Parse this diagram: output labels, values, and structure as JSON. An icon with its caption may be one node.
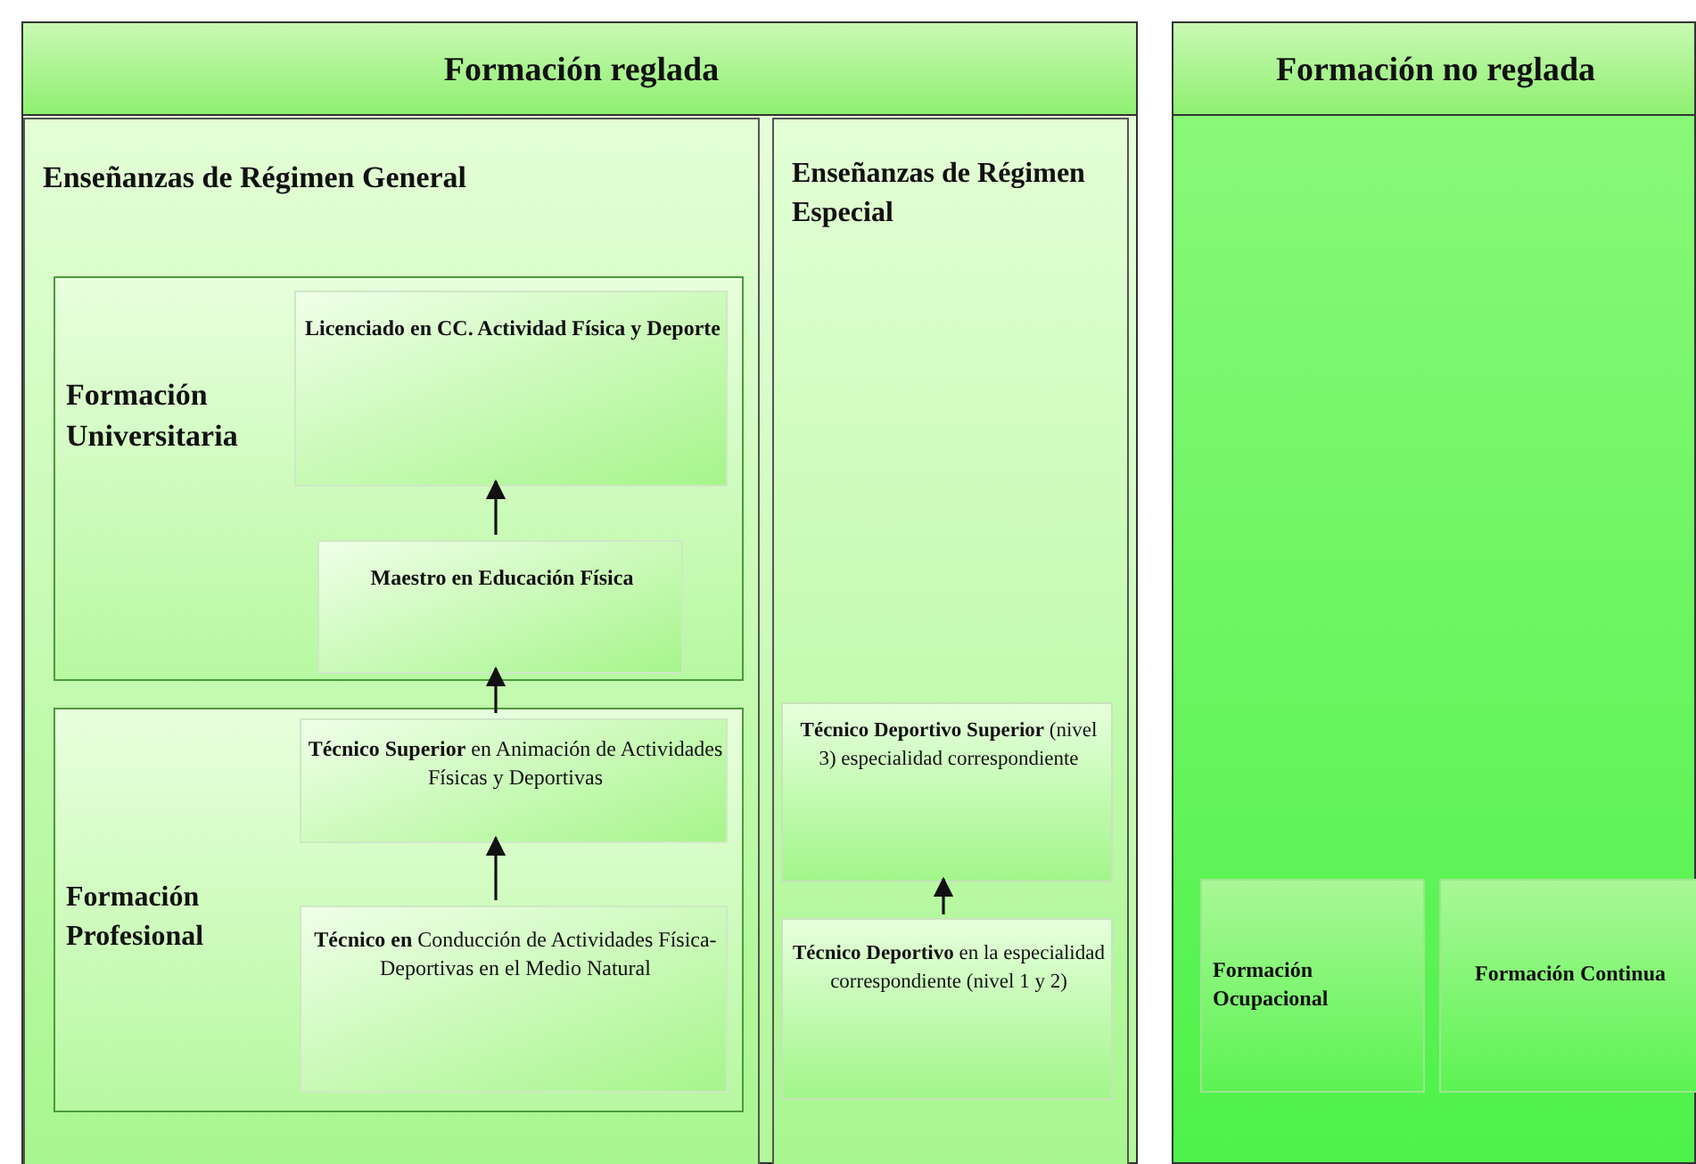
{
  "diagram": {
    "nodes": [
      {
        "text": [
          "Formación reglada"
        ]
      },
      {
        "text": [
          "Enseñanzas de Régimen General"
        ],
        "in": 0
      },
      {
        "text": [
          "Formación Universitaria"
        ],
        "in": 1
      },
      {
        "text": [
          "Licenciado en CC. Actividad Física y Deporte"
        ],
        "in": 2
      },
      {
        "text": [
          "Maestro en Educación Física"
        ],
        "in": 2
      },
      {
        "text": [
          "Formación Profesional"
        ],
        "in": 1
      },
      {
        "text": [
          "**Técnico Superior** en Animación de Actividades Físicas y Deportivas"
        ],
        "in": 5
      },
      {
        "text": [
          "**Técnico en** Conducción de Actividades Física-Deportivas en el Medio Natural"
        ],
        "in": 5
      },
      {
        "text": [
          "Enseñanzas de Régimen Especial"
        ],
        "in": 0
      },
      {
        "text": [
          "**Técnico Deportivo Superior** (nivel 3) especialidad correspondiente"
        ],
        "in": 8
      },
      {
        "text": [
          "**Técnico Deportivo** en la especialidad correspondiente (nivel 1 y 2)"
        ],
        "in": 8
      },
      {
        "text": [
          "Formación no reglada"
        ]
      },
      {
        "text": [
          "Formación Ocupacional"
        ],
        "in": 11
      },
      {
        "text": [
          "Formación Continua"
        ],
        "in": 11
      }
    ],
    "edges": [
      {
        "from": 4,
        "to": 3,
        "arrow": "to"
      },
      {
        "from": 6,
        "to": 4,
        "arrow": "to"
      },
      {
        "from": 7,
        "to": 6,
        "arrow": "to"
      },
      {
        "from": 10,
        "to": 9,
        "arrow": "to"
      }
    ]
  }
}
